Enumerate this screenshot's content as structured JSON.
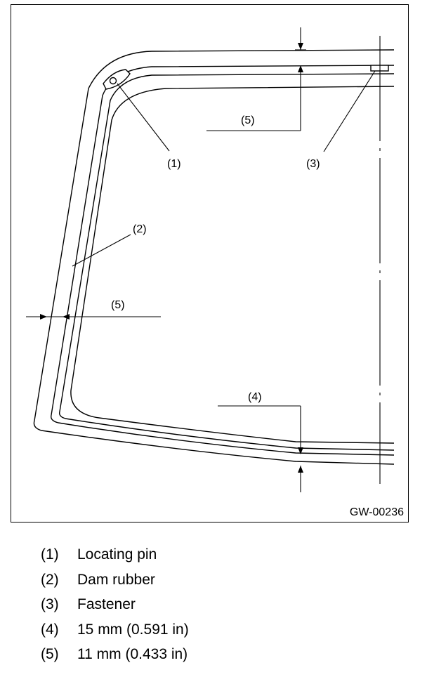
{
  "figure": {
    "id": "GW-00236",
    "callouts": {
      "c1": "(1)",
      "c2": "(2)",
      "c3": "(3)",
      "c4": "(4)",
      "c5_top": "(5)",
      "c5_side": "(5)"
    }
  },
  "legend": [
    {
      "num": "(1)",
      "text": "Locating pin"
    },
    {
      "num": "(2)",
      "text": "Dam rubber"
    },
    {
      "num": "(3)",
      "text": "Fastener"
    },
    {
      "num": "(4)",
      "text": "15 mm (0.591 in)"
    },
    {
      "num": "(5)",
      "text": "11 mm (0.433 in)"
    }
  ]
}
